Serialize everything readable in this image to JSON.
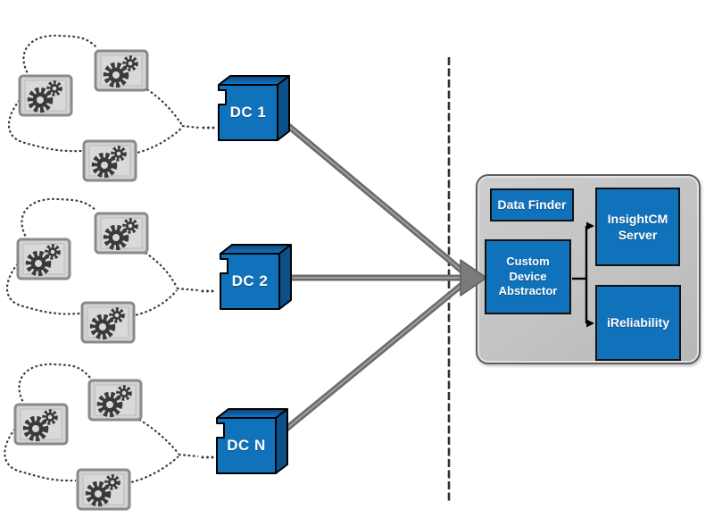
{
  "diagram": {
    "type": "architecture-diagram",
    "dc_nodes": [
      {
        "label": "DC 1"
      },
      {
        "label": "DC 2"
      },
      {
        "label": "DC N"
      }
    ],
    "machine_groups": [
      {
        "machine_count": 3,
        "connects_to": "DC 1"
      },
      {
        "machine_count": 3,
        "connects_to": "DC 2"
      },
      {
        "machine_count": 3,
        "connects_to": "DC N"
      }
    ],
    "panel": {
      "boxes": {
        "data_finder": "Data Finder",
        "custom_device_abstractor": "Custom Device Abstractor",
        "insightcm_server": "InsightCM Server",
        "ireliability": "iReliability"
      }
    },
    "colors": {
      "box_blue": "#1172bc",
      "box_border": "#111111",
      "panel_gray": "#c3c3c3",
      "panel_border": "#5f5f5f",
      "machine_fill": "#d3d3d3",
      "machine_border": "#8a8a8a",
      "gear_dark": "#3a3a3a",
      "dotted_line": "#3a3a3a",
      "pipe_gray": "#6b6b6b",
      "divider_dark": "#2f2f2f",
      "label_text": "#ffffff"
    }
  }
}
